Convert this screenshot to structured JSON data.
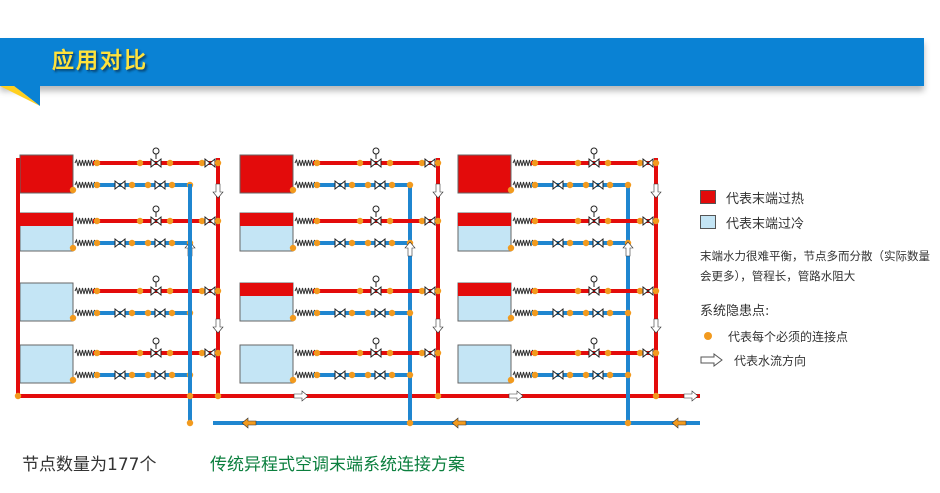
{
  "header": {
    "title": "应用对比"
  },
  "legend": {
    "hot": {
      "label": "代表末端过热",
      "color": "#e30b0b"
    },
    "cold": {
      "label": "代表末端过冷",
      "color": "#c4e5f5"
    },
    "note": "末端水力很难平衡，节点多而分散（实际数量会更多），管程长，管路水阻大",
    "hazard_title": "系统隐患点:",
    "node_label": "代表每个必须的连接点",
    "flow_label": "代表水流方向",
    "node_color": "#f29a1e"
  },
  "footer": {
    "node_count": "节点数量为177个",
    "caption": "传统异程式空调末端系统连接方案"
  },
  "colors": {
    "header_band": "#0a82d4",
    "header_text": "#ffe23c",
    "supply_pipe": "#e30b0b",
    "return_pipe": "#1f86d0",
    "caption_green": "#0b7f3e"
  },
  "diagram": {
    "columns": [
      {
        "units": [
          "hot",
          "half",
          "cold",
          "cold"
        ]
      },
      {
        "units": [
          "hot",
          "half",
          "half",
          "cold"
        ]
      },
      {
        "units": [
          "hot",
          "half",
          "half",
          "cold"
        ]
      }
    ]
  }
}
